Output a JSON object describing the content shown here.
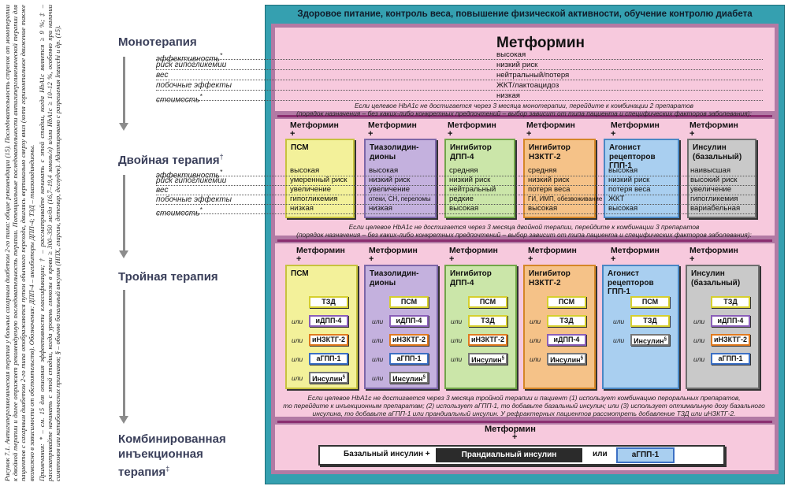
{
  "notes": {
    "caption": "Рисунок 7.1. Антигипергликемическая терапия у больных сахарным диабетом 2-го типа: общие рекомендации (15). Последовательность стрелок от монотерапии к двойной терапии и далее отражает рекомендуемую последовательность терапии. Потенциальные последовательности антигипергликемической терапии для пациентов с сахарным диабетом 2-го типа отображаются путем обычного перехода, двигаясь вертикально сверху вниз (хотя горизонтальное движение также возможно в зависимости от обстоятельств). Обозначения: ДПП-4 – ингибиторы ДПП-4; ТЗД – тиазолидиндионы.",
    "footnote": "Примечания: * – см. 15 для описания эффективности классификации; † – рассматривайте начинать с этой стадии, когда HbA1c является ≥ 9 %; ‡ – рассматривайте начинать с этой стадии, когда уровень глюкозы в крови ≥ 300–350 мг/дл (16,7–19,4 ммоль/л) и/или HbA1c ≥ 10–12 %, особенно при наличии симптомов или катаболических признаков; § – обычно базальный инсулин (НПХ, гларгин, детемир, деглудек). Адаптировано с разрешения Inzucchi и др. (15)."
  },
  "stages": {
    "mono": "Монотерапия",
    "dual": "Двойная терапия",
    "dual_mark": "†",
    "triple": "Тройная терапия",
    "combo_l1": "Комбинированная",
    "combo_l2": "инъекционная",
    "combo_l3": "терапия",
    "combo_mark": "‡"
  },
  "attributes": {
    "mono": [
      {
        "label": "эффективность",
        "mark": "*",
        "value": "высокая"
      },
      {
        "label": "риск гипогликемии",
        "mark": "",
        "value": "низкий риск"
      },
      {
        "label": "вес",
        "mark": "",
        "value": "нейтральный/потеря"
      },
      {
        "label": "побочные эффекты",
        "mark": "",
        "value": "ЖКТ/лактоацидоз"
      },
      {
        "label": "стоимость",
        "mark": "*",
        "value": "низкая"
      }
    ],
    "dual": [
      {
        "label": "эффективность",
        "mark": "*"
      },
      {
        "label": "риск гипогликемии",
        "mark": ""
      },
      {
        "label": "вес",
        "mark": ""
      },
      {
        "label": "побочные эффекты",
        "mark": ""
      },
      {
        "label": "стоимость",
        "mark": "*"
      }
    ]
  },
  "frame_title": "Здоровое питание, контроль веса, повышение физической активности, обучение контролю диабета",
  "metformin": "Метформин",
  "plus": "+",
  "or": "или",
  "note1_l1": "Если целевое HbA1c не достигается через 3 месяца монотерапии, перейдите к комбинации 2 препаратов",
  "note1_l2": "(порядок назначения – без каких-либо конкретных предпочтений – выбор зависит от типа пациента и специфических факторов заболевания):",
  "note2_l1": "Если целевое HbA1c не достигается через 3 месяца двойной терапии, перейдите к комбинации 3 препаратов",
  "note2_l2": "(порядок назначения – без каких-либо конкретных предпочтений – выбор зависит от типа пациента и специфических факторов заболевания):",
  "note3_l1": "Если целевое HbA1c не достигается через 3 месяца тройной терапии и пациент (1) использует комбинацию пероральных препаратов,",
  "note3_l2": "то перейдите к инъекционным препаратам; (2) использует аГПП-1, то добавьте базальный инсулин; или (3) использует оптимальную дозу базального",
  "note3_l3": "инсулина, то добавьте аГПП-1 или прандиальный инсулин. У рефрактерных пациентов рассмотреть добавление ТЗД или иНЗКТГ-2.",
  "dual_boxes": [
    {
      "title_l1": "ПСМ",
      "title_l2": "",
      "values": [
        "высокая",
        "умеренный риск",
        "увеличение",
        "гипогликемия",
        "низкая"
      ]
    },
    {
      "title_l1": "Тиазолидин-",
      "title_l2": "дионы",
      "values": [
        "высокая",
        "низкий риск",
        "увеличение",
        "отеки, СН, переломы",
        "низкая"
      ]
    },
    {
      "title_l1": "Ингибитор",
      "title_l2": "ДПП-4",
      "values": [
        "средняя",
        "низкий риск",
        "нейтральный",
        "редкие",
        "высокая"
      ]
    },
    {
      "title_l1": "Ингибитор",
      "title_l2": "НЗКТГ-2",
      "values": [
        "средняя",
        "низкий риск",
        "потеря веса",
        "ГИ, ИМП, обезвоживание",
        "высокая"
      ]
    },
    {
      "title_l1": "Агонист",
      "title_l2": "рецепторов ГПП-1",
      "values": [
        "высокая",
        "низкий риск",
        "потеря веса",
        "ЖКТ",
        "высокая"
      ]
    },
    {
      "title_l1": "Инсулин",
      "title_l2": "(базальный)",
      "values": [
        "наивысшая",
        "высокий риск",
        "увеличение",
        "гипогликемия",
        "вариабельная"
      ]
    }
  ],
  "triple_boxes": [
    {
      "title_l1": "ПСМ",
      "title_l2": "",
      "options": [
        "ТЗД",
        "иДПП-4",
        "иНЗКТГ-2",
        "аГПП-1",
        "Инсулин"
      ],
      "marks": [
        "",
        "",
        "",
        "",
        "§"
      ]
    },
    {
      "title_l1": "Тиазолидин-",
      "title_l2": "дионы",
      "options": [
        "ПСМ",
        "иДПП-4",
        "иНЗКТГ-2",
        "аГПП-1",
        "Инсулин"
      ],
      "marks": [
        "",
        "",
        "",
        "",
        "§"
      ]
    },
    {
      "title_l1": "Ингибитор",
      "title_l2": "ДПП-4",
      "options": [
        "ПСМ",
        "ТЗД",
        "иНЗКТГ-2",
        "Инсулин"
      ],
      "marks": [
        "",
        "",
        "",
        "§"
      ]
    },
    {
      "title_l1": "Ингибитор",
      "title_l2": "НЗКТГ-2",
      "options": [
        "ПСМ",
        "ТЗД",
        "иДПП-4",
        "Инсулин"
      ],
      "marks": [
        "",
        "",
        "",
        "§"
      ]
    },
    {
      "title_l1": "Агонист",
      "title_l2": "рецепторов ГПП-1",
      "options": [
        "ПСМ",
        "ТЗД",
        "Инсулин"
      ],
      "marks": [
        "",
        "",
        "§"
      ]
    },
    {
      "title_l1": "Инсулин",
      "title_l2": "(базальный)",
      "options": [
        "ТЗД",
        "иДПП-4",
        "иНЗКТГ-2",
        "аГПП-1"
      ],
      "marks": [
        "",
        "",
        "",
        ""
      ]
    }
  ],
  "combo": {
    "basal": "Базальный инсулин +",
    "prandial": "Прандиальный инсулин",
    "or": "или",
    "glp1": "аГПП-1"
  },
  "colors": {
    "frame": "#35a0b0",
    "panel": "#f7c9dd",
    "panel_border": "#b27aa4",
    "separator": "#8b2e70"
  }
}
